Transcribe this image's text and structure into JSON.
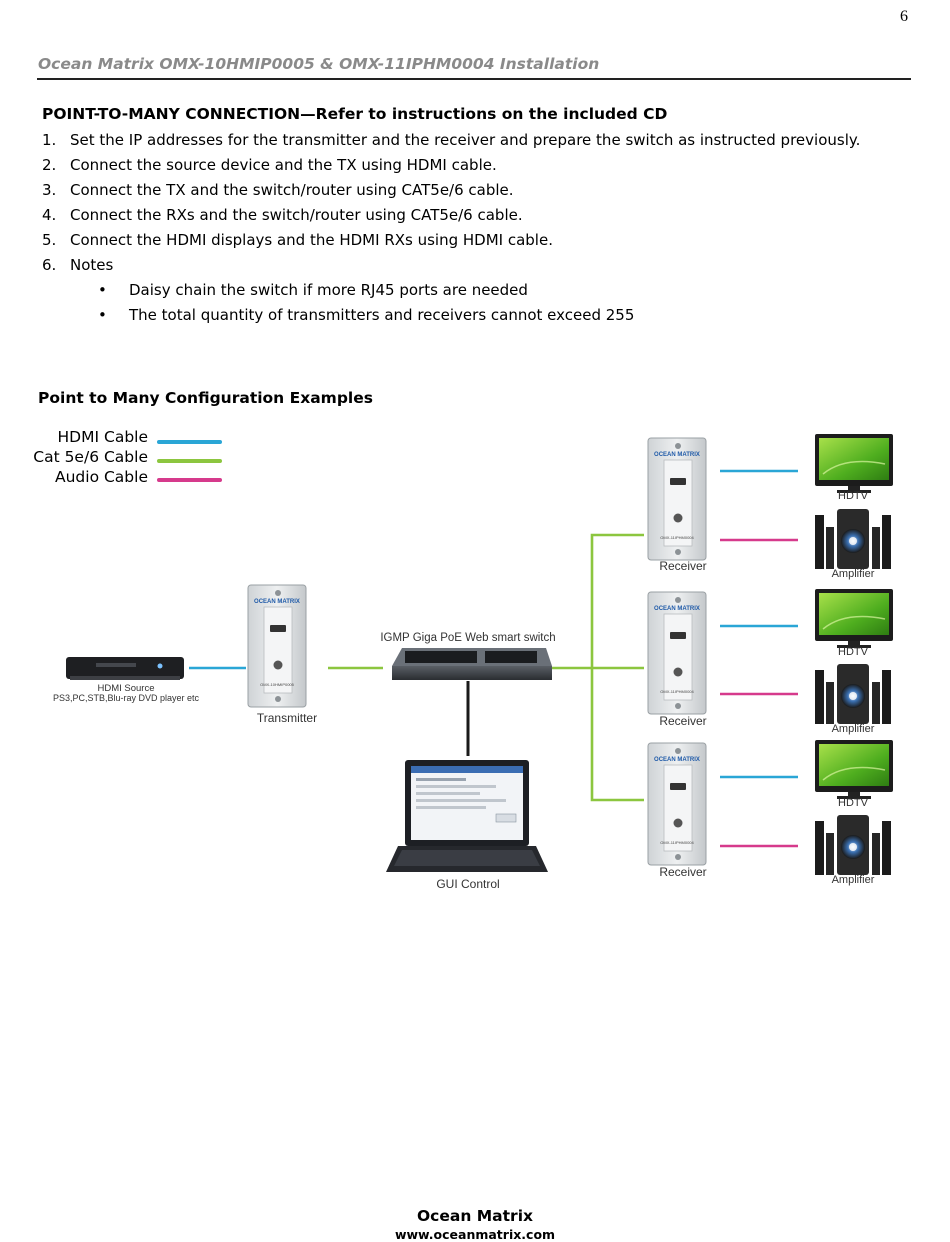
{
  "page_number": "6",
  "doc_title": "Ocean Matrix OMX-10HMIP0005 & OMX-11IPHM0004 Installation",
  "section_heading": "POINT-TO-MANY CONNECTION—Refer to instructions on the included CD",
  "steps": [
    {
      "num": "1.",
      "text": "Set the IP addresses for the transmitter and the receiver and prepare the switch as instructed previously."
    },
    {
      "num": "2.",
      "text": "Connect the source device and the TX using HDMI cable."
    },
    {
      "num": "3.",
      "text": "Connect the TX and the switch/router using CAT5e/6 cable."
    },
    {
      "num": "4.",
      "text": "Connect the RXs and the switch/router using CAT5e/6 cable."
    },
    {
      "num": "5.",
      "text": "Connect the HDMI displays and the HDMI RXs using HDMI cable."
    },
    {
      "num": "6.",
      "text": "Notes"
    }
  ],
  "notes": [
    "Daisy chain the switch if more RJ45 ports are needed",
    "The total quantity of transmitters and receivers cannot exceed 255"
  ],
  "bullet_glyph": "•",
  "sub_heading": "Point to Many Configuration Examples",
  "legend": {
    "hdmi": {
      "label": "HDMI Cable",
      "color": "#2aa6d6"
    },
    "cat": {
      "label": "Cat 5e/6 Cable",
      "color": "#8cc63f"
    },
    "audio": {
      "label": "Audio Cable",
      "color": "#d63a8c"
    }
  },
  "diagram": {
    "source_label_1": "HDMI Source",
    "source_label_2": "PS3,PC,STB,Blu-ray DVD player etc",
    "transmitter_label": "Transmitter",
    "transmitter_model": "OMX-10HMIP0005",
    "switch_label": "IGMP Giga PoE Web smart switch",
    "gui_label": "GUI Control",
    "brand_mark": "OCEAN MATRIX",
    "receiver_model": "OMX-11IPHM0004",
    "receivers": [
      {
        "label": "Receiver",
        "tv_label": "HDTV",
        "amp_label": "Amplifier"
      },
      {
        "label": "Receiver",
        "tv_label": "HDTV",
        "amp_label": "Amplifier"
      },
      {
        "label": "Receiver",
        "tv_label": "HDTV",
        "amp_label": "Amplifier"
      }
    ]
  },
  "footer": {
    "brand": "Ocean Matrix",
    "url": "www.oceanmatrix.com"
  }
}
